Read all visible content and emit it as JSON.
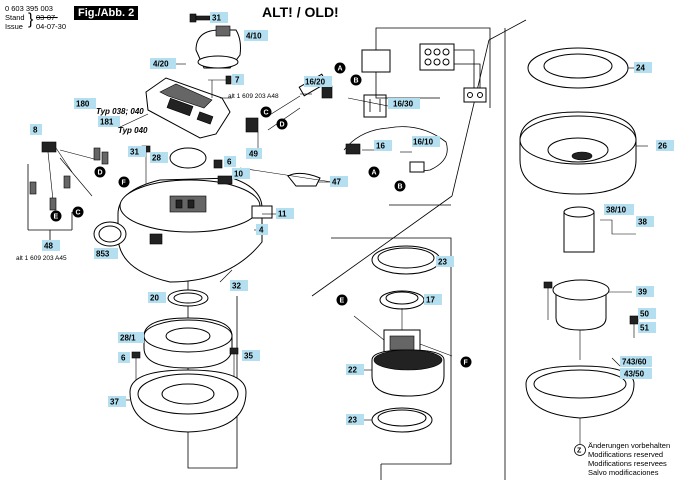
{
  "header": {
    "part_number": "0 603 395 003",
    "stand_label": "Stand",
    "stand_date_struck": "03-07-",
    "issue_label": "Issue",
    "issue_date": "04-07-30",
    "figure_title": "Fig./Abb. 2",
    "old_label": "ALT! / OLD!"
  },
  "labels": {
    "p31a": "31",
    "p410": "4/10",
    "p420": "4/20",
    "p7": "7",
    "p1620": "16/20",
    "a1609a48": "alt 1 609 203 A48",
    "p180": "180",
    "typ038": "Typ 038; 040",
    "p181": "181",
    "typ040": "Typ 040",
    "p1630": "16/30",
    "p49": "49",
    "p8": "8",
    "p31b": "31",
    "p28": "28",
    "p6a": "6",
    "p10": "10",
    "p16": "16",
    "p1610": "16/10",
    "p47": "47",
    "p11": "11",
    "p4": "4",
    "p48": "48",
    "a1609a45": "alt 1 609 203 A45",
    "p853": "853",
    "p32": "32",
    "p20": "20",
    "p281": "28/1",
    "p6b": "6",
    "p35": "35",
    "p37": "37",
    "p23a": "23",
    "p17": "17",
    "p22": "22",
    "p23b": "23",
    "p24": "24",
    "p26": "26",
    "p3810": "38/10",
    "p38": "38",
    "p39": "39",
    "p50": "50",
    "p51": "51",
    "p74360": "743/60",
    "p4350": "43/50"
  },
  "markers": {
    "A": "A",
    "B": "B",
    "C": "C",
    "D": "D",
    "E": "E",
    "F": "F",
    "Z": "Z"
  },
  "notes": [
    "Änderungen vorbehalten",
    "Modifications reserved",
    "Modifications reservees",
    "Salvo modificaciones"
  ],
  "colors": {
    "label_fill": "#b3dff0",
    "marker_fill": "#000000",
    "line": "#000000"
  }
}
